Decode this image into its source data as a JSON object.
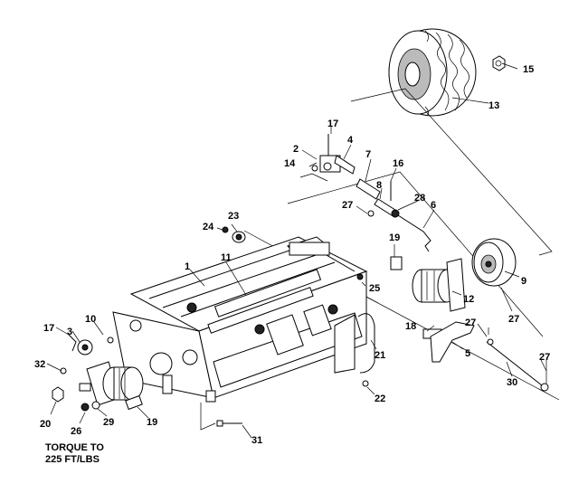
{
  "callouts": [
    {
      "id": "c1",
      "label": "1"
    },
    {
      "id": "c2",
      "label": "2"
    },
    {
      "id": "c3",
      "label": "3"
    },
    {
      "id": "c4",
      "label": "4"
    },
    {
      "id": "c5",
      "label": "5"
    },
    {
      "id": "c6",
      "label": "6"
    },
    {
      "id": "c7",
      "label": "7"
    },
    {
      "id": "c8",
      "label": "8"
    },
    {
      "id": "c9",
      "label": "9"
    },
    {
      "id": "c10",
      "label": "10"
    },
    {
      "id": "c11",
      "label": "11"
    },
    {
      "id": "c12",
      "label": "12"
    },
    {
      "id": "c13",
      "label": "13"
    },
    {
      "id": "c14",
      "label": "14"
    },
    {
      "id": "c15",
      "label": "15"
    },
    {
      "id": "c16",
      "label": "16"
    },
    {
      "id": "c17a",
      "label": "17"
    },
    {
      "id": "c17b",
      "label": "17"
    },
    {
      "id": "c18",
      "label": "18"
    },
    {
      "id": "c19a",
      "label": "19"
    },
    {
      "id": "c19b",
      "label": "19"
    },
    {
      "id": "c20",
      "label": "20"
    },
    {
      "id": "c21",
      "label": "21"
    },
    {
      "id": "c22",
      "label": "22"
    },
    {
      "id": "c23",
      "label": "23"
    },
    {
      "id": "c24",
      "label": "24"
    },
    {
      "id": "c25",
      "label": "25"
    },
    {
      "id": "c26",
      "label": "26"
    },
    {
      "id": "c27a",
      "label": "27"
    },
    {
      "id": "c27b",
      "label": "27"
    },
    {
      "id": "c27c",
      "label": "27"
    },
    {
      "id": "c27d",
      "label": "27"
    },
    {
      "id": "c28",
      "label": "28"
    },
    {
      "id": "c29",
      "label": "29"
    },
    {
      "id": "c30",
      "label": "30"
    },
    {
      "id": "c31",
      "label": "31"
    },
    {
      "id": "c32",
      "label": "32"
    }
  ],
  "note": {
    "line1": "TORQUE TO",
    "line2": "225 FT/LBS"
  }
}
